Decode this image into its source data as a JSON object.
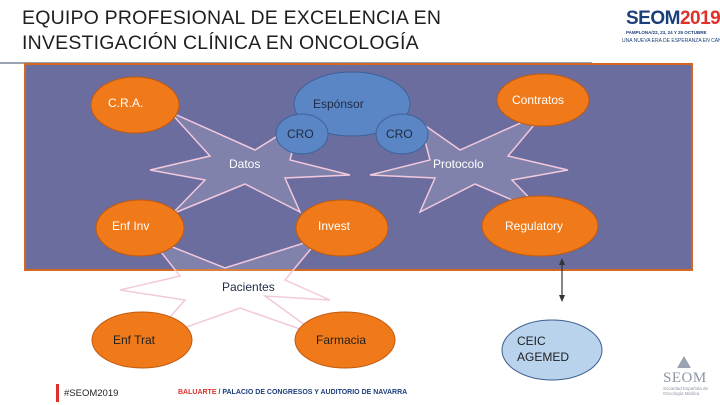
{
  "slide": {
    "title_line1": "EQUIPO PROFESIONAL DE EXCELENCIA EN",
    "title_line2": "INVESTIGACIÓN CLÍNICA EN ONCOLOGÍA"
  },
  "logo": {
    "seom": "SEOM",
    "year": "2019",
    "line1": "PAMPLONA/22, 23, 24 Y 25 OCTUBRE",
    "line2": "UNA NUEVA ERA DE ESPERANZA EN CÁNCER"
  },
  "diagram": {
    "nodes": {
      "cra": "C.R.A.",
      "esponsor": "Espónsor",
      "contratos": "Contratos",
      "cro_left": "CRO",
      "cro_right": "CRO",
      "enf_inv": "Enf Inv",
      "invest": "Invest",
      "regulatory": "Regulatory",
      "enf_trat": "Enf Trat",
      "farmacia": "Farmacia",
      "ceic_line1": "CEIC",
      "ceic_line2": "AGEMED"
    },
    "labels": {
      "datos": "Datos",
      "protocolo": "Protocolo",
      "pacientes": "Pacientes"
    },
    "colors": {
      "panel": "#6a6d9e",
      "orange": "#f07a1a",
      "blue": "#5b86c5",
      "panel_border": "#d4681e"
    }
  },
  "footer": {
    "hashtag": "#SEOM2019",
    "venue_highlight": "BALUARTE",
    "venue_rest": " / PALACIO DE CONGRESOS Y AUDITORIO DE NAVARRA",
    "seom": "SEOM",
    "seom_sub": "Sociedad Española de Oncología Médica"
  }
}
